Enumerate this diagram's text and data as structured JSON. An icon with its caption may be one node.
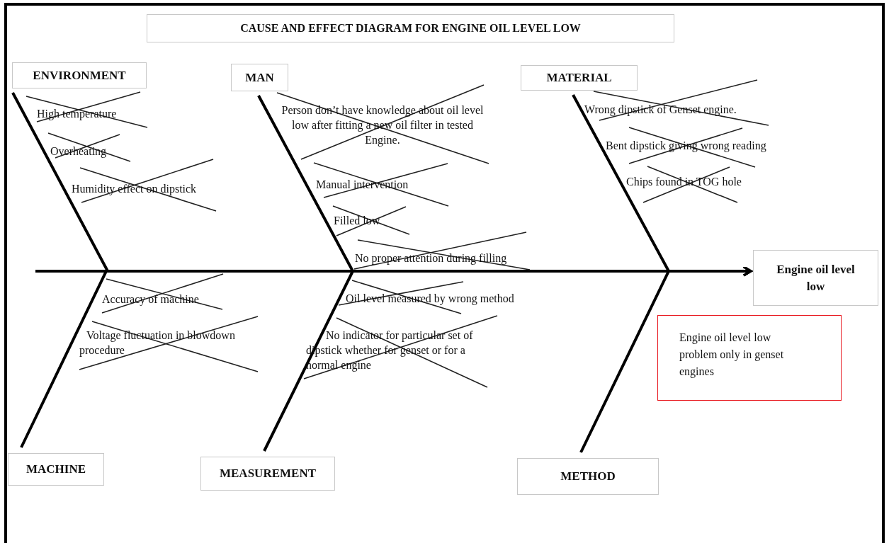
{
  "diagram": {
    "title": "CAUSE AND EFFECT DIAGRAM FOR ENGINE OIL LEVEL LOW",
    "nodes": [
      {
        "text": [
          "ENVIRONMENT"
        ]
      },
      {
        "text": [
          "MAN"
        ]
      },
      {
        "text": [
          "MATERIAL"
        ]
      },
      {
        "text": [
          "Engine oil level low"
        ]
      },
      {
        "text": [
          "Engine oil level low problem only in genset engines"
        ]
      },
      {
        "text": [
          "MACHINE"
        ]
      },
      {
        "text": [
          "MEASUREMENT"
        ]
      },
      {
        "text": [
          "METHOD"
        ]
      }
    ],
    "edges": [
      {
        "from": 0,
        "to": 3,
        "arrow": "to"
      },
      {
        "from": 1,
        "to": 3,
        "arrow": "to"
      },
      {
        "from": 2,
        "to": 3,
        "arrow": "to"
      },
      {
        "from": 5,
        "to": 3,
        "arrow": "to"
      },
      {
        "from": 6,
        "to": 3,
        "arrow": "to"
      },
      {
        "from": 7,
        "to": 3,
        "arrow": "to"
      }
    ],
    "labels": [
      "High temperature",
      "Overheating",
      "Humidity effect on dipstick",
      "Person don’t have knowledge about oil level low after fitting a new oil filter in tested Engine.",
      "Manual intervention",
      "Filled low",
      "No proper attention during filling",
      "Wrong dipstick of Genset engine.",
      "Bent dipstick giving wrong reading",
      "Chips found in TOG hole",
      "Accuracy of machine",
      "Voltage fluctuation in blowdown procedure",
      "Oil level measured by wrong method",
      "No indicator for particular set of dipstick whether for genset or for a normal engine"
    ]
  }
}
